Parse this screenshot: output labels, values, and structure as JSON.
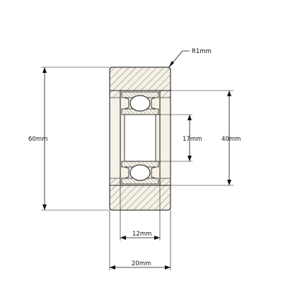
{
  "drawing": {
    "labels": {
      "radius": "R1mm",
      "outer_diameter": "60mm",
      "bore_diameter": "17mm",
      "bearing_outer_diameter": "40mm",
      "bearing_width": "12mm",
      "roller_width": "20mm"
    },
    "colors": {
      "background": "#ffffff",
      "tire_fill": "#f6f1e6",
      "line": "#111111",
      "hatch": "#555555"
    }
  }
}
